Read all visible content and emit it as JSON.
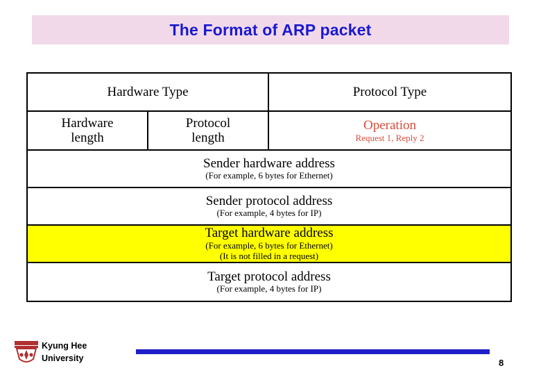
{
  "slide": {
    "title": "The Format of ARP packet",
    "title_color": "#1a1ad0",
    "banner_color": "#f2d9ea",
    "highlight_color": "#ffff00",
    "operation_color": "#d94b3a",
    "page_number": "8"
  },
  "packet": {
    "rows": [
      {
        "cells": [
          {
            "main": "Hardware Type",
            "sub": ""
          },
          {
            "main": "Protocol Type",
            "sub": ""
          }
        ]
      },
      {
        "cells": [
          {
            "main": "Hardware",
            "main2": "length",
            "sub": ""
          },
          {
            "main": "Protocol",
            "main2": "length",
            "sub": ""
          },
          {
            "main": "Operation",
            "sub": "Request 1, Reply 2"
          }
        ]
      },
      {
        "cells": [
          {
            "main": "Sender hardware address",
            "sub": "(For example, 6 bytes for Ethernet)"
          }
        ]
      },
      {
        "cells": [
          {
            "main": "Sender protocol address",
            "sub": "(For example, 4 bytes for IP)"
          }
        ]
      },
      {
        "cells": [
          {
            "main": "Target hardware address",
            "sub": "(For example, 6 bytes for Ethernet)",
            "sub2": "(It is not filled in a request)"
          }
        ]
      },
      {
        "cells": [
          {
            "main": "Target protocol address",
            "sub": "(For example, 4 bytes for IP)"
          }
        ]
      }
    ]
  },
  "footer": {
    "university_line1": "Kyung Hee",
    "university_line2": "University"
  }
}
